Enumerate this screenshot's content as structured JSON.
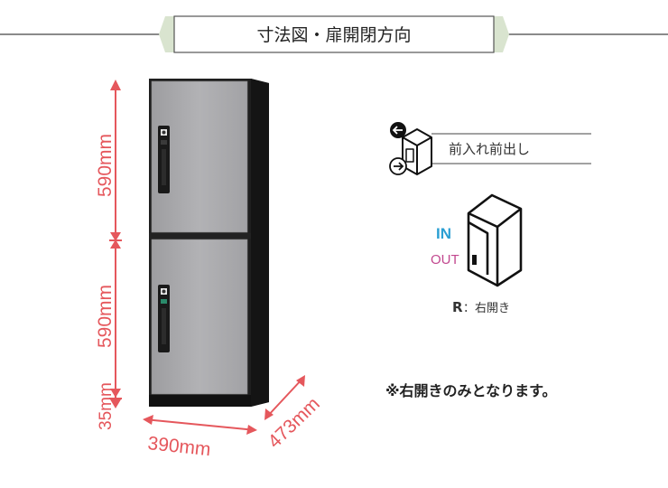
{
  "header": {
    "title": "寸法図・扉開閉方向"
  },
  "dimensions": {
    "height_top": "590mm",
    "height_bottom": "590mm",
    "height_base": "35mm",
    "width": "390mm",
    "depth": "473mm"
  },
  "legend": {
    "front_in_front_out": "前入れ前出し",
    "in_label": "IN",
    "out_label": "OUT",
    "hinge_letter": "R",
    "hinge_desc": "：右開き",
    "note": "※右開きのみとなります。"
  },
  "colors": {
    "dimension": "#e5575c",
    "title_fill": "#e9efe2",
    "banner_green": "#6b8f5e",
    "in_color": "#2b9fd3",
    "out_color": "#c2488f",
    "door": "#a5a5a8",
    "body": "#1e1e1e"
  }
}
